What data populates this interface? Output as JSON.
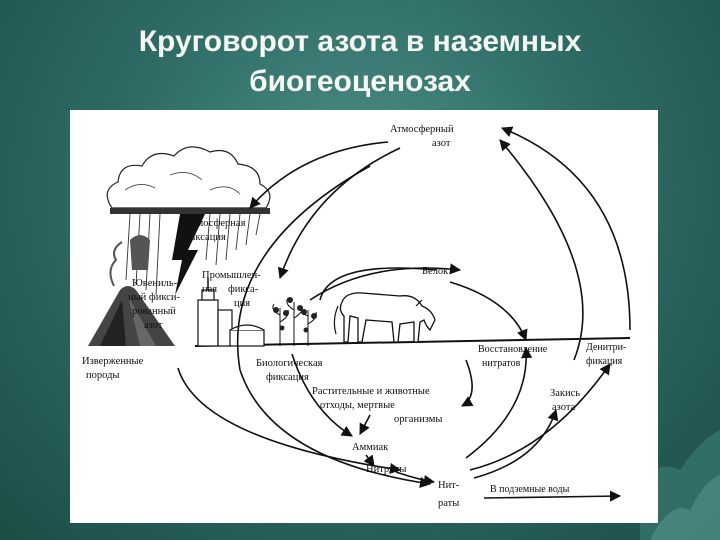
{
  "title": {
    "line1": "Круговорот азота в наземных",
    "line2": "биогеоценозах"
  },
  "labels": {
    "atm_line1": "Атмосферный",
    "atm_line2": "азот",
    "atmfix_line1": "Атмосферная",
    "atmfix_line2": "фиксация",
    "juv_line1": "Ювениль-",
    "juv_line2": "ный фикси-",
    "juv_line3": "рованный",
    "juv_line4": "азот",
    "ind_line1": "Промышлен-",
    "ind_line2": "ная",
    "ind_line3": "фикса-",
    "ind_line4": "ция",
    "protein": "Белок",
    "rocks_line1": "Изверженные",
    "rocks_line2": "породы",
    "biofix_line1": "Биологическая",
    "biofix_line2": "фиксация",
    "waste_line1": "Растительные и животные",
    "waste_line2": "отходы, мертвые",
    "waste_line3": "организмы",
    "ammonia": "Аммиак",
    "nitrites": "Нитриты",
    "nitrates_line1": "Нит-",
    "nitrates_line2": "раты",
    "reduction_line1": "Восстановление",
    "reduction_line2": "нитратов",
    "denit_line1": "Денитри-",
    "denit_line2": "фикация",
    "oxide_line1": "Закись",
    "oxide_line2": "азота",
    "groundwater": "В подземные воды"
  },
  "colors": {
    "background": "#2f6d66",
    "title": "#f4f6f2",
    "ink": "#111111"
  }
}
